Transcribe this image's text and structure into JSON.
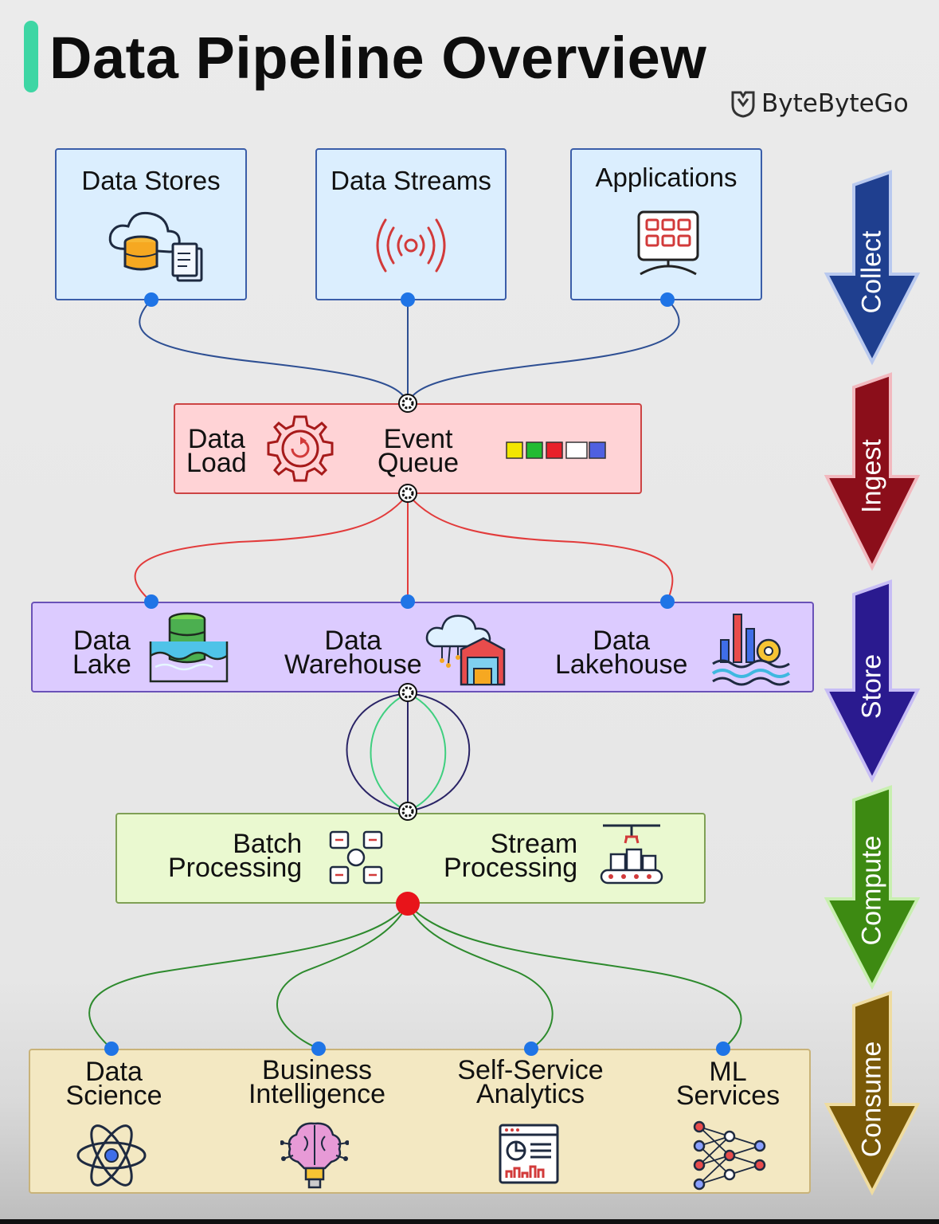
{
  "title": "Data Pipeline Overview",
  "brand": {
    "name": "ByteByteGo",
    "icon": "bytebytego-logo-icon"
  },
  "sources": [
    {
      "label": "Data Stores",
      "icon": "cloud-database-icon"
    },
    {
      "label": "Data Streams",
      "icon": "broadcast-signal-icon"
    },
    {
      "label": "Applications",
      "icon": "app-grid-monitor-icon"
    }
  ],
  "ingest": {
    "data_load": "Data Load",
    "data_load_lines": [
      "Data",
      "Load"
    ],
    "event_queue_lines": [
      "Event",
      "Queue"
    ],
    "queue_colors": [
      "#f2e600",
      "#22bb33",
      "#e8202a",
      "#ffffff",
      "#5060e0"
    ]
  },
  "store": [
    {
      "lines": [
        "Data",
        "Lake"
      ],
      "icon": "data-lake-icon"
    },
    {
      "lines": [
        "Data",
        "Warehouse"
      ],
      "icon": "cloud-warehouse-icon"
    },
    {
      "lines": [
        "Data",
        "Lakehouse"
      ],
      "icon": "lakehouse-chart-icon"
    }
  ],
  "compute": [
    {
      "lines": [
        "Batch",
        "Processing"
      ],
      "icon": "batch-blocks-icon"
    },
    {
      "lines": [
        "Stream",
        "Processing"
      ],
      "icon": "conveyor-robot-icon"
    }
  ],
  "consume": [
    {
      "lines": [
        "Data",
        "Science"
      ],
      "icon": "atom-icon"
    },
    {
      "lines": [
        "Business",
        "Intelligence"
      ],
      "icon": "brain-bulb-icon"
    },
    {
      "lines": [
        "Self-Service",
        "Analytics"
      ],
      "icon": "dashboard-icon"
    },
    {
      "lines": [
        "ML",
        "Services"
      ],
      "icon": "neural-network-icon"
    }
  ],
  "stages": [
    {
      "label": "Collect",
      "color": "#1f3f8f"
    },
    {
      "label": "Ingest",
      "color": "#8b0e1a"
    },
    {
      "label": "Store",
      "color": "#2a1a8f"
    },
    {
      "label": "Compute",
      "color": "#3d8a12"
    },
    {
      "label": "Consume",
      "color": "#7a5a08"
    }
  ],
  "colors": {
    "collect_wire": "#2e4f93",
    "ingest_wire": "#e23b3b",
    "store_wire_outer": "#2a2466",
    "store_wire_inner": "#3fcf7f",
    "consume_wire": "#2d8a2d",
    "dot": "#1f74e6",
    "hub_red": "#e8141a"
  }
}
